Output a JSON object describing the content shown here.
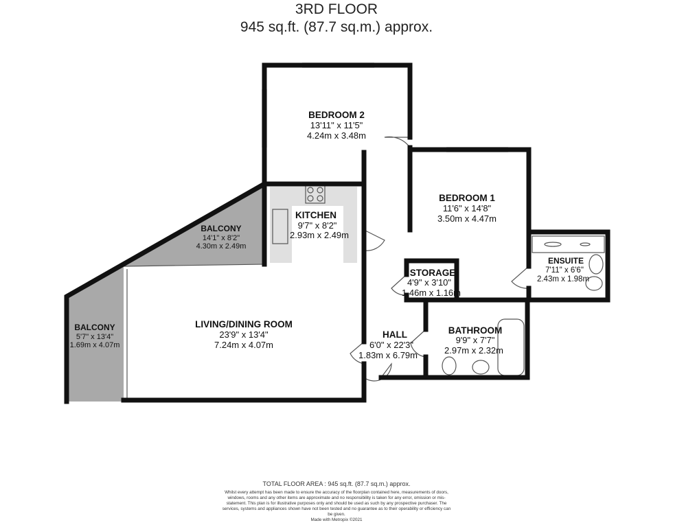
{
  "header": {
    "floor": "3RD FLOOR",
    "area": "945 sq.ft. (87.7 sq.m.) approx."
  },
  "rooms": [
    {
      "name": "BEDROOM 2",
      "imperial": "13'11\"  x 11'5\"",
      "metric": "4.24m  x 3.48m"
    },
    {
      "name": "KITCHEN",
      "imperial": "9'7\"  x 8'2\"",
      "metric": "2.93m  x 2.49m"
    },
    {
      "name": "BALCONY",
      "imperial": "14'1\"  x 8'2\"",
      "metric": "4.30m  x 2.49m"
    },
    {
      "name": "BEDROOM 1",
      "imperial": "11'6\"  x 14'8\"",
      "metric": "3.50m  x 4.47m"
    },
    {
      "name": "ENSUITE",
      "imperial": "7'11\"  x 6'6\"",
      "metric": "2.43m  x 1.98m"
    },
    {
      "name": "STORAGE",
      "imperial": "4'9\"  x 3'10\"",
      "metric": "1.46m  x 1.16m"
    },
    {
      "name": "BALCONY",
      "imperial": "5'7\"  x 13'4\"",
      "metric": "1.69m  x 4.07m"
    },
    {
      "name": "LIVING/DINING ROOM",
      "imperial": "23'9\"  x 13'4\"",
      "metric": "7.24m  x 4.07m"
    },
    {
      "name": "HALL",
      "imperial": "6'0\"  x 22'3\"",
      "metric": "1.83m  x 6.79m"
    },
    {
      "name": "BATHROOM",
      "imperial": "9'9\"  x 7'7\"",
      "metric": "2.97m  x 2.32m"
    }
  ],
  "colors": {
    "wall": "#111111",
    "balcony": "#a9a9a9",
    "counter": "#e0e0e0"
  },
  "footer": {
    "total": "TOTAL FLOOR AREA : 945 sq.ft. (87.7 sq.m.) approx.",
    "disclaimer": "Whilst every attempt has been made to ensure the accuracy of the floorplan contained here, measurements of doors, windows, rooms and any other items are approximate and no responsibility is taken for any error, omission or mis-statement. This plan is for illustrative purposes only and should be used as such by any prospective purchaser. The services, systems and appliances shown have not been tested and no guarantee as to their operability or efficiency can be given.",
    "credit": "Made with Metropix ©2021"
  }
}
